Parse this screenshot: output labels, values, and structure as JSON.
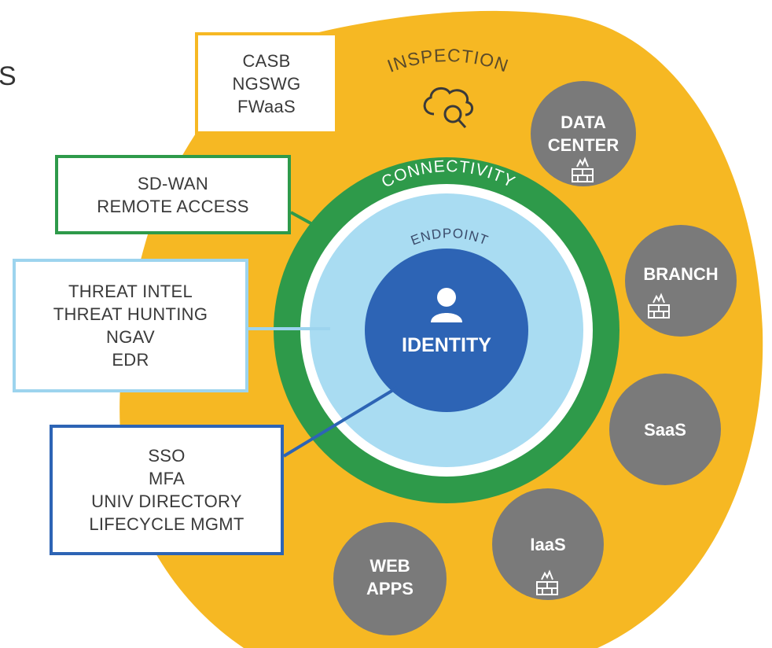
{
  "edge_text": "S",
  "rings": {
    "inspection": "INSPECTION",
    "connectivity": "CONNECTIVITY",
    "endpoint": "ENDPOINT",
    "identity": "IDENTITY"
  },
  "boxes": {
    "inspection": [
      "CASB",
      "NGSWG",
      "FWaaS"
    ],
    "connectivity": [
      "SD-WAN",
      "REMOTE ACCESS"
    ],
    "endpoint": [
      "THREAT INTEL",
      "THREAT HUNTING",
      "NGAV",
      "EDR"
    ],
    "identity": [
      "SSO",
      "MFA",
      "UNIV DIRECTORY",
      "LIFECYCLE MGMT"
    ]
  },
  "locations": {
    "data_center": [
      "DATA",
      "CENTER"
    ],
    "branch": "BRANCH",
    "saas": "SaaS",
    "iaas": "IaaS",
    "web_apps": [
      "WEB",
      "APPS"
    ]
  },
  "colors": {
    "inspection": "#f6b823",
    "connectivity": "#2e9a4a",
    "endpoint": "#a9dcf2",
    "identity": "#2d64b5",
    "location": "#7a7a7a"
  },
  "icons": {
    "inspection": "cloud-search-icon",
    "identity": "user-icon",
    "location": "firewall-icon"
  }
}
